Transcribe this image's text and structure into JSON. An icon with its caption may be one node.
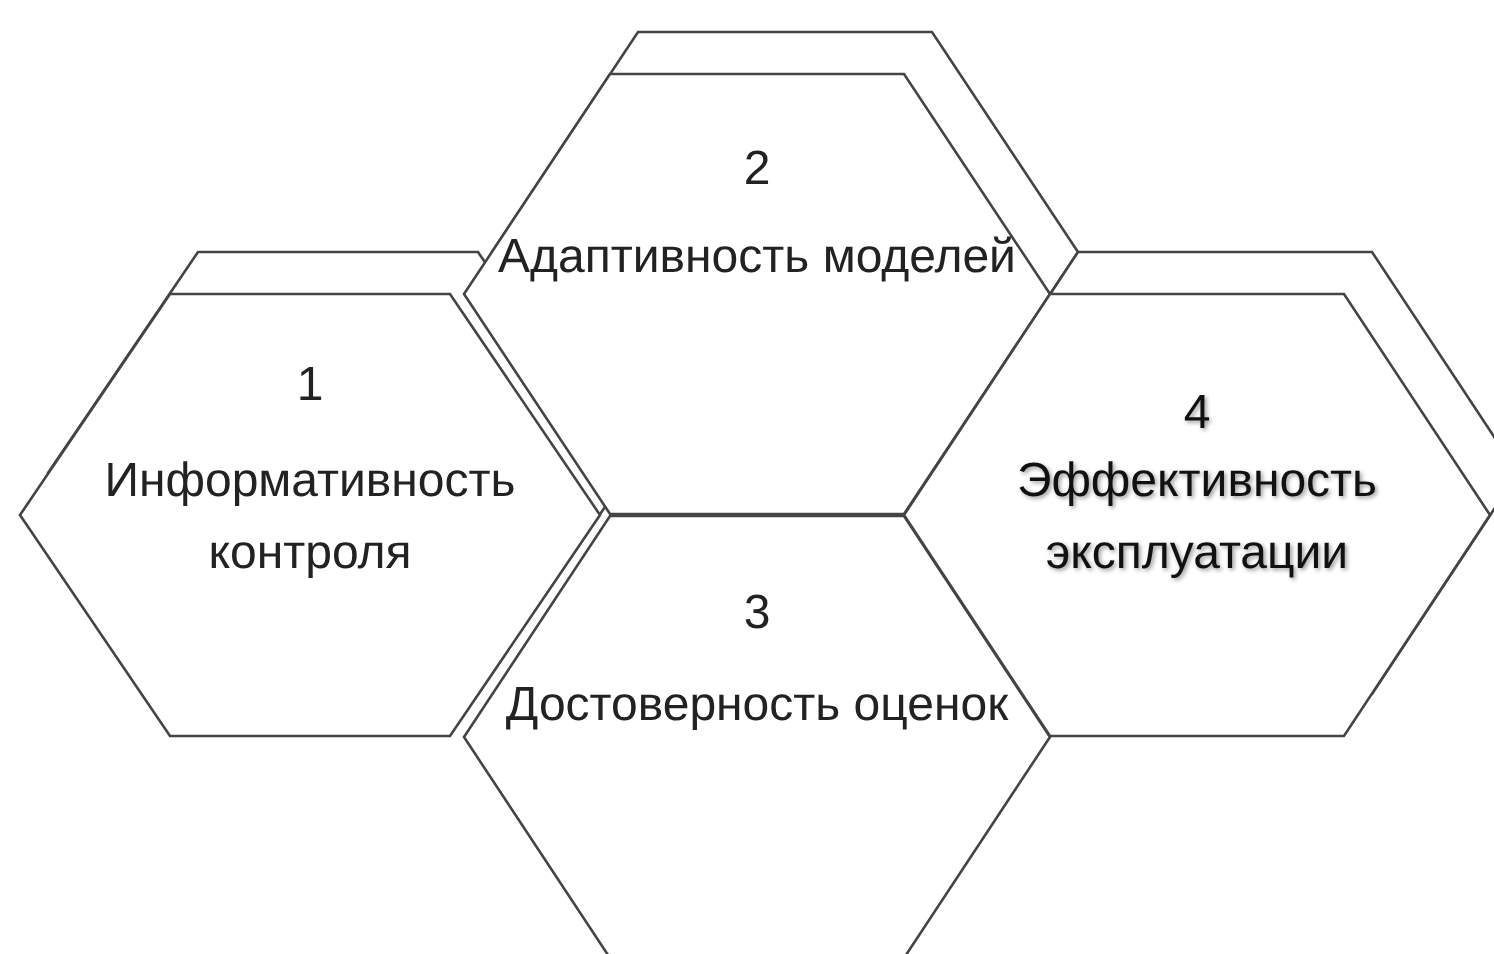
{
  "diagram": {
    "nodes": [
      {
        "text": [
          "1",
          "Информативность контроля"
        ]
      },
      {
        "text": [
          "2",
          "Адаптивность моделей"
        ]
      },
      {
        "text": [
          "3",
          "Достоверность оценок"
        ]
      },
      {
        "text": [
          "4",
          "Эффективность эксплуатации"
        ]
      }
    ]
  }
}
